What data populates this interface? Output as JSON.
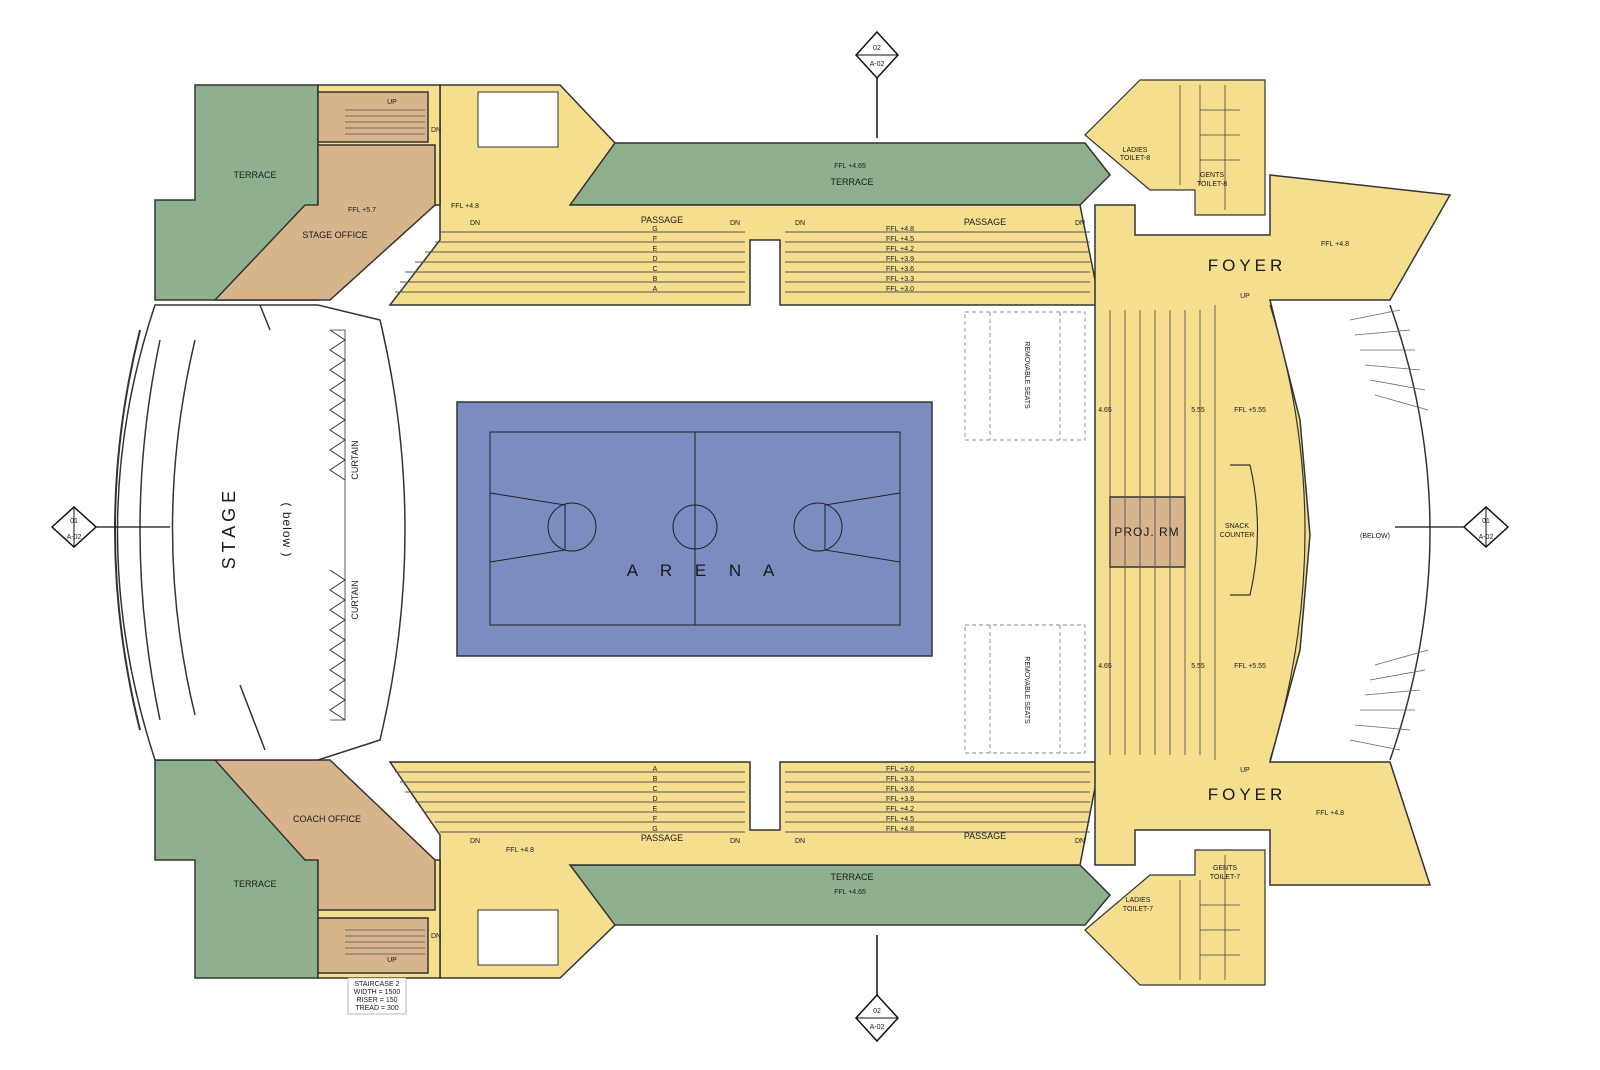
{
  "colors": {
    "terrace": "#8fb08f",
    "floor": "#f5df8e",
    "office": "#d8b48c",
    "court": "#7a8cc0",
    "line": "#222222"
  },
  "labels": {
    "stage": "S T A G E",
    "stage_below": "( below )",
    "curtain_top": "CURTAIN",
    "curtain_bottom": "CURTAIN",
    "arena": "A R E N A",
    "proj_rm": "PROJ. RM",
    "snack_counter_1": "SNACK",
    "snack_counter_2": "COUNTER",
    "below_right": "(BELOW)",
    "foyer_top": "FOYER",
    "foyer_bottom": "FOYER",
    "terrace_tl": "TERRACE",
    "terrace_bl": "TERRACE",
    "terrace_top": "TERRACE",
    "terrace_top_ffl": "FFL +4.65",
    "terrace_bottom": "TERRACE",
    "terrace_bottom_ffl": "FFL +4.65",
    "stage_office": "STAGE OFFICE",
    "stage_office_ffl": "FFL +5.7",
    "coach_office": "COACH OFFICE",
    "passage_tl": "PASSAGE",
    "passage_tr": "PASSAGE",
    "passage_bl": "PASSAGE",
    "passage_br": "PASSAGE",
    "up_top_left": "UP",
    "up_bottom_left": "UP",
    "up_top_right": "UP",
    "up_bottom_right": "UP",
    "dn": "DN",
    "ffl_48": "FFL +4.8",
    "ffl_555": "FFL +5.55",
    "lvl_465": "4.65",
    "lvl_555": "5.55",
    "ladies_toilet_top_1": "LADIES",
    "ladies_toilet_top_2": "TOILET-8",
    "gents_toilet_top_1": "GENTS",
    "gents_toilet_top_2": "TOILET-8",
    "ladies_toilet_bottom_1": "LADIES",
    "ladies_toilet_bottom_2": "TOILET-7",
    "gents_toilet_bottom_1": "GENTS",
    "gents_toilet_bottom_2": "TOILET-7",
    "removable_seats": "REMOVABLE SEATS",
    "staircase_1": "STAIRCASE 2",
    "staircase_2": "WIDTH = 1500",
    "staircase_3": "RISER = 150",
    "staircase_4": "TREAD = 300",
    "section_02_num": "02",
    "section_02_sheet": "A-02",
    "section_01_num": "01",
    "section_01_sheet": "A-02"
  },
  "tiers": {
    "letters": [
      "G",
      "F",
      "E",
      "D",
      "C",
      "B",
      "A"
    ],
    "ffl_top": [
      "FFL +4.8",
      "FFL +4.5",
      "FFL +4.2",
      "FFL +3.9",
      "FFL +3.6",
      "FFL +3.3",
      "FFL +3.0"
    ],
    "ffl_bottom": [
      "FFL +3.0",
      "FFL +3.3",
      "FFL +3.6",
      "FFL +3.9",
      "FFL +4.2",
      "FFL +4.5",
      "FFL +4.8"
    ]
  }
}
